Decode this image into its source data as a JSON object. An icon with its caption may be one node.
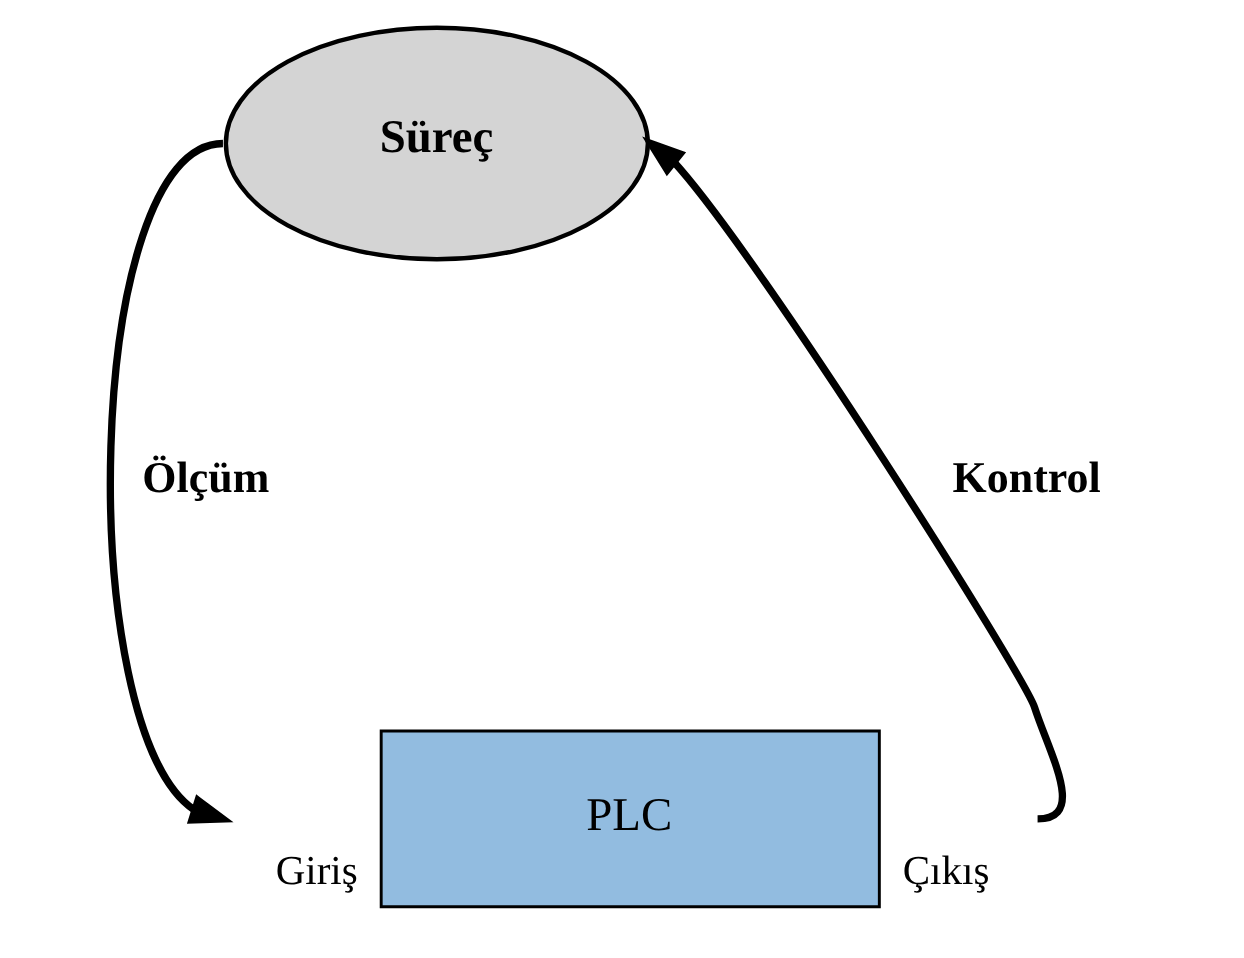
{
  "diagram": {
    "nodes": [
      {
        "text": [
          "Süreç"
        ]
      },
      {
        "text": [
          "PLC"
        ],
        "beside": [
          "Giriş",
          "Çıkış"
        ]
      }
    ],
    "edges": [
      {
        "from": 0,
        "to": 1,
        "arrow": "to",
        "label": "Ölçüm"
      },
      {
        "from": 1,
        "to": 0,
        "arrow": "to",
        "label": "Kontrol"
      }
    ]
  }
}
